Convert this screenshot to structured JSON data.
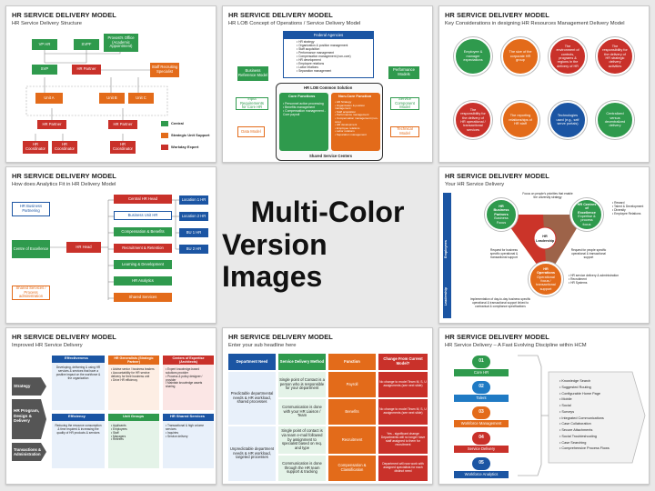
{
  "center": {
    "line1": "Multi-Color",
    "line2": "Version Images"
  },
  "s1": {
    "title": "HR SERVICE DELIVERY MODEL",
    "subtitle": "HR Service Delivery Structure",
    "vp": "VP HR",
    "svpf": "SVPF",
    "provost": "Provost's Office (Academic Appointment)",
    "svp": "SVP",
    "hrp": "HR Partner",
    "staff": "Staff Recruiting Specialist",
    "unit_a": "Unit A",
    "unit_b": "Unit B",
    "unit_c": "Unit C",
    "hr_partner": "HR Partner",
    "hr_coord": "HR Coordinator",
    "legend": [
      "Central",
      "Strategic Unit Support",
      "Workday Expert"
    ],
    "colors": {
      "green": "#2f9a4d",
      "orange": "#e36b1a",
      "red": "#c9312a"
    }
  },
  "s2": {
    "title": "HR SERVICE DELIVERY MODEL",
    "subtitle": "HR LOB Concept of Operations / Service Delivery Model",
    "federal": "Federal Agencies",
    "federal_items": [
      "HR strategy",
      "Organization & position management",
      "Staff acquisition",
      "Performance management",
      "Compensation management (non-core)",
      "HR development",
      "Employee relations",
      "Labor relations",
      "Separation management"
    ],
    "business_ref": "Business Reference Model",
    "performance": "Performance Models",
    "input": "Input Requirements for Core HR",
    "service": "Service Component Model",
    "data": "Data Model",
    "technical": "Technical Model",
    "common": "HR LOB Common Solution",
    "core": "Core Functions",
    "noncore": "Non-Core Function",
    "core_items": [
      "Personnel action processing",
      "Benefits management",
      "Compensation management - Core payroll"
    ],
    "noncore_items": [
      "HR Strategy",
      "Organization & position management",
      "Staff acquisition",
      "Performance management",
      "Compensation management (non-core)",
      "HR development",
      "Employee relations",
      "Labor relations",
      "Separation management"
    ],
    "shared": "Shared Service Centers"
  },
  "s3": {
    "title": "HR SERVICE DELIVERY MODEL",
    "subtitle": "Key Considerations in designing HR Resources Management Delivery Model",
    "circles": [
      "Employee & manager expectations",
      "The size of the corporate HR group",
      "The environment of controls, programs & regions in the delivery of HR",
      "The responsibility for the delivery of HR strategic delivery activities",
      "The responsibility for the delivery of HR operational / transactional services",
      "The reporting relationships of HR staff",
      "Technologies used (e.g., self serve portals)",
      "Centralized versus decentralized delivery"
    ]
  },
  "s4": {
    "title": "HR SERVICE DELIVERY MODEL",
    "subtitle": "How does Analytics Fit in HR Delivery Model",
    "left": [
      "HR Business Partnering",
      "Centre of Excellence",
      "Shared Services / Process administration"
    ],
    "hr_head": "HR Head",
    "mid": [
      "Central HR Head",
      "Business Unit HR",
      "Compensation & Benefits",
      "Recruitment & Retention",
      "Learning & Development",
      "HR Analytics",
      "Shared Services"
    ],
    "right": [
      "Location 1 HR",
      "Location 2 HR",
      "BU 1 HR",
      "BU 2 HR"
    ]
  },
  "s6": {
    "title": "HR SERVICE DELIVERY MODEL",
    "subtitle": "Your HR Service Delivery",
    "emp": "Employees",
    "leadership": "Leadership",
    "hr_leadership": "HR Leadership",
    "bp": "HR Business Partners",
    "bp_sub": "Business Focus",
    "coe": "HR Centres of Excellence",
    "coe_sub": "Expertise & process focus",
    "ops": "HR Operations",
    "ops_sub": "Operational focus / transactional support",
    "top_note": "Focus on people's priorities that enable the university strategy",
    "left_note": "Request for business specific operational & transactional support",
    "right_note": "Request for people specific operational & transactional support",
    "bottom_note": "Implementation of day-to-day business specific operational & transactional support linked to contractual & compliance specifications",
    "coe_list": [
      "Reward",
      "Talent & Development",
      "Diversity",
      "Employee Relations"
    ],
    "ops_list": [
      "HR service delivery & administration",
      "Recruitment",
      "HR Systems"
    ]
  },
  "s7": {
    "title": "HR SERVICE DELIVERY MODEL",
    "subtitle": "Improved HR Service Delivery",
    "rows": [
      "Strategy",
      "HR Program, Design & Delivery",
      "Transactions & Administration"
    ],
    "eff": "Effectiveness",
    "eff_text": "Developing, delivering & using HR services & services that have a positive impact on the workforce & the organization",
    "efi": "Efficiency",
    "efi_text": "Reducing the resource consumption & time required & increasing the quality of HR products & services",
    "hrg": "HR Generalists (Strategic Partner)",
    "hrg_items": [
      "Advise senior / business leaders",
      "Accountability for HR service delivery for their business unit",
      "Drive HR efficiency"
    ],
    "coe": "Centers of Expertise (Architects)",
    "coe_items": [
      "Expert knowledge-based solutions provider",
      "Process & policy designer / provider",
      "Maintain knowledge assets sharing"
    ],
    "ug": "Unit Groups",
    "ug_items": [
      "Applicants",
      "Employees",
      "Staff",
      "Managers",
      "Retirees"
    ],
    "ss": "HR Shared Services",
    "ss_items": [
      "Transactional & high volume services",
      "Inquiries",
      "Service delivery"
    ]
  },
  "s8": {
    "title": "HR SERVICE DELIVERY MODEL",
    "subtitle": "Enter your sub headline here",
    "headers": [
      "Department Need",
      "Service Delivery Method",
      "Function",
      "Change From Current Model?"
    ],
    "need1": "Predictable departmental needs & HR workload, shared processes",
    "need2": "Unpredictable department needs & HR workload, targeted processes",
    "method": [
      "Single point of Contact is a person who is responsible for your department",
      "Communication is done with your HR Liaison / Team",
      "Single point of contact is via team e-mail followed by assignment to specialist based on req. and type",
      "Communication is done through the HR team support & tracking"
    ],
    "functions": [
      "Payroll",
      "Benefits",
      "Recruitment",
      "Compensation & Classification"
    ],
    "changes": [
      "No change to model Team M, S, U assignments (see next slide)",
      "No change to model Team M, S, U assignments (see next slide)",
      "Yes - significant change Departments will no longer have staff assigned to them for recruitment",
      "Department will now work with assigned specialists for each distinct need"
    ]
  },
  "s9": {
    "title": "HR SERVICE DELIVERY MODEL",
    "subtitle": "HR Service Delivery – A Fast Evolving Discipline within HCM",
    "nums": [
      "01",
      "02",
      "03",
      "04",
      "05"
    ],
    "labels": [
      "Core HR",
      "Talent",
      "Workforce Management",
      "Service Delivery",
      "Workforce Analytics"
    ],
    "items": [
      "Knowledge Search",
      "Suggested Routing",
      "Configurable Home Page",
      "Mobile",
      "Social",
      "Surveys",
      "Integrated Communications",
      "Case Collaboration",
      "Secure Attachments",
      "Social Troubleshooting",
      "Case Searching",
      "Comprehensive Process Flows"
    ],
    "colors": [
      "#2f9a4d",
      "#1f7ac4",
      "#e36b1a",
      "#c9312a",
      "#1b55a3"
    ]
  }
}
